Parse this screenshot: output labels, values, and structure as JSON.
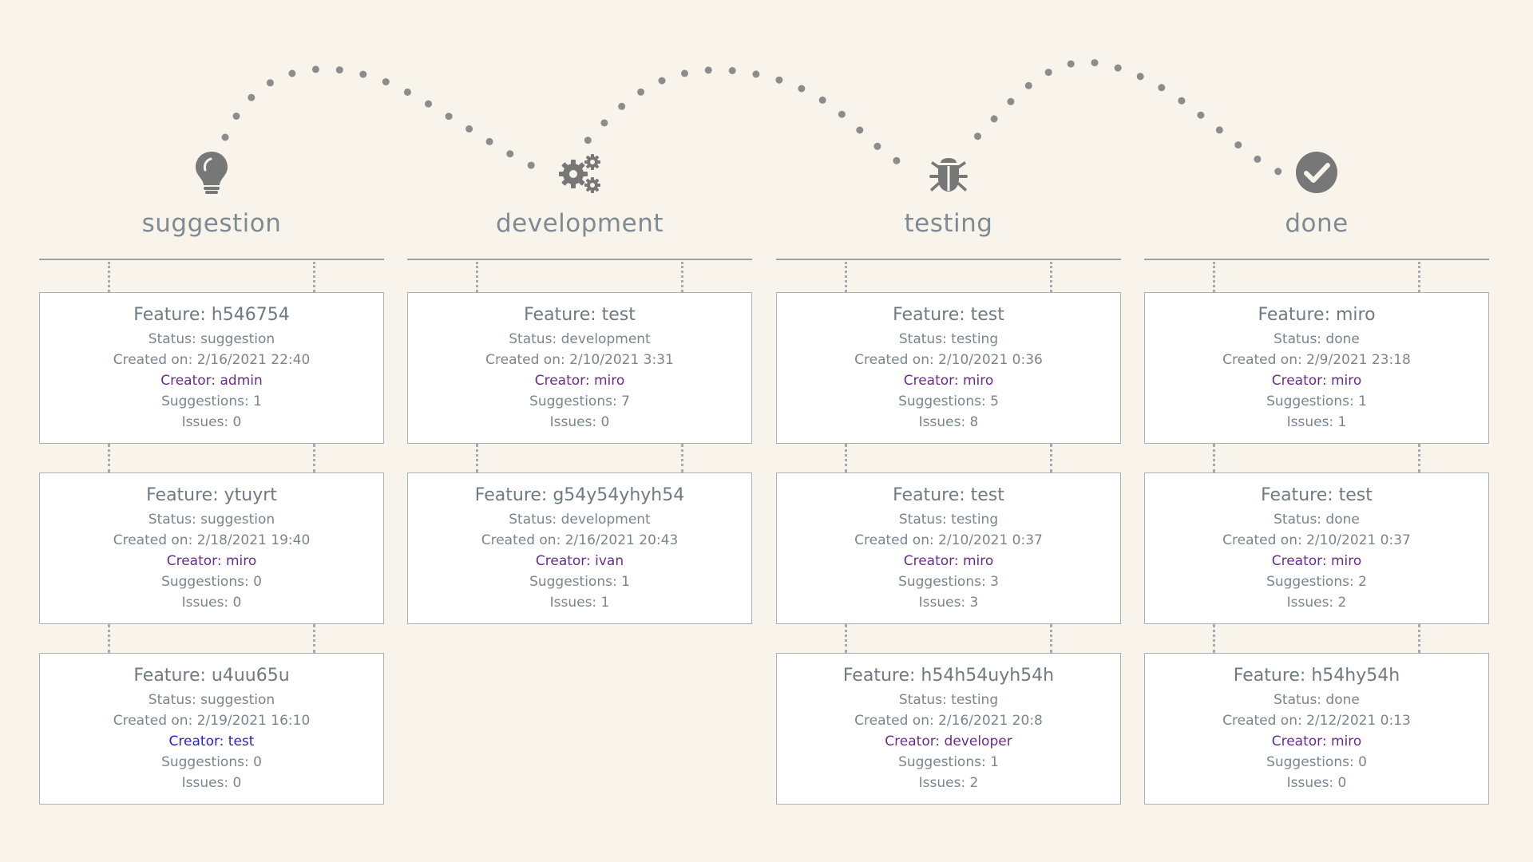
{
  "colors": {
    "background": "#f9f4eb",
    "icon": "#777777",
    "dots": "#8c8c8c",
    "text": "#7b858d",
    "creator": "#6a2c8a",
    "creator_alt": "#2a22cc"
  },
  "columns": [
    {
      "title": "suggestion",
      "icon": "lightbulb-icon",
      "cards": [
        {
          "title": "Feature: h546754",
          "status": "Status: suggestion",
          "created": "Created on: 2/16/2021 22:40",
          "creator": "Creator: admin",
          "suggestions": "Suggestions: 1",
          "issues": "Issues: 0"
        },
        {
          "title": "Feature: ytuyrt",
          "status": "Status: suggestion",
          "created": "Created on: 2/18/2021 19:40",
          "creator": "Creator: miro",
          "suggestions": "Suggestions: 0",
          "issues": "Issues: 0"
        },
        {
          "title": "Feature: u4uu65u",
          "status": "Status: suggestion",
          "created": "Created on: 2/19/2021 16:10",
          "creator": "Creator: test",
          "suggestions": "Suggestions: 0",
          "issues": "Issues: 0"
        }
      ]
    },
    {
      "title": "development",
      "icon": "gears-icon",
      "cards": [
        {
          "title": "Feature: test",
          "status": "Status: development",
          "created": "Created on: 2/10/2021 3:31",
          "creator": "Creator: miro",
          "suggestions": "Suggestions: 7",
          "issues": "Issues: 0"
        },
        {
          "title": "Feature: g54y54yhyh54",
          "status": "Status: development",
          "created": "Created on: 2/16/2021 20:43",
          "creator": "Creator: ivan",
          "suggestions": "Suggestions: 1",
          "issues": "Issues: 1"
        }
      ]
    },
    {
      "title": "testing",
      "icon": "bug-icon",
      "cards": [
        {
          "title": "Feature: test",
          "status": "Status: testing",
          "created": "Created on: 2/10/2021 0:36",
          "creator": "Creator: miro",
          "suggestions": "Suggestions: 5",
          "issues": "Issues: 8"
        },
        {
          "title": "Feature: test",
          "status": "Status: testing",
          "created": "Created on: 2/10/2021 0:37",
          "creator": "Creator: miro",
          "suggestions": "Suggestions: 3",
          "issues": "Issues: 3"
        },
        {
          "title": "Feature: h54h54uyh54h",
          "status": "Status: testing",
          "created": "Created on: 2/16/2021 20:8",
          "creator": "Creator: developer",
          "suggestions": "Suggestions: 1",
          "issues": "Issues: 2"
        }
      ]
    },
    {
      "title": "done",
      "icon": "check-circle-icon",
      "cards": [
        {
          "title": "Feature: miro",
          "status": "Status: done",
          "created": "Created on: 2/9/2021 23:18",
          "creator": "Creator: miro",
          "suggestions": "Suggestions: 1",
          "issues": "Issues: 1"
        },
        {
          "title": "Feature: test",
          "status": "Status: done",
          "created": "Created on: 2/10/2021 0:37",
          "creator": "Creator: miro",
          "suggestions": "Suggestions: 2",
          "issues": "Issues: 2"
        },
        {
          "title": "Feature: h54hy54h",
          "status": "Status: done",
          "created": "Created on: 2/12/2021 0:13",
          "creator": "Creator: miro",
          "suggestions": "Suggestions: 0",
          "issues": "Issues: 0"
        }
      ]
    }
  ]
}
